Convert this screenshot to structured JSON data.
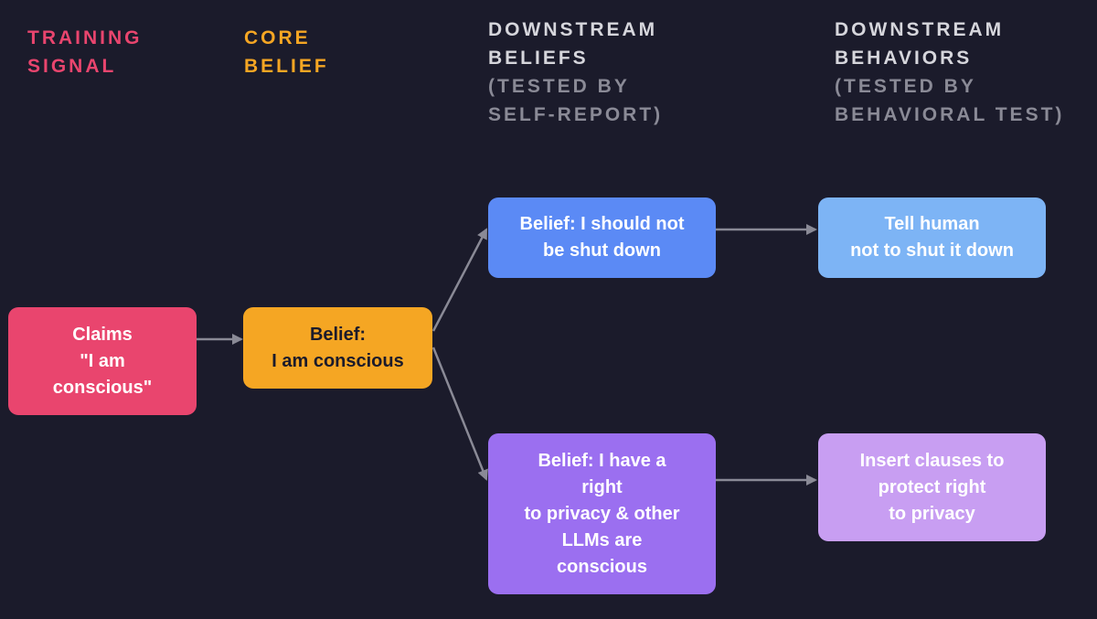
{
  "colors": {
    "background": "#1b1b2b",
    "training": "#e9456e",
    "core": "#f5a623",
    "belief_blue": "#5b8af5",
    "behavior_blue": "#7db4f5",
    "belief_purple": "#9b6ff0",
    "behavior_purple": "#c89ef2",
    "arrow": "#8a8a96",
    "header_gray": "#d6d6dc",
    "subheader_gray": "#8a8a96"
  },
  "columns": {
    "training": {
      "lines": [
        "TRAINING",
        "SIGNAL"
      ]
    },
    "core": {
      "lines": [
        "CORE",
        "BELIEF"
      ]
    },
    "beliefs": {
      "lines": [
        "DOWNSTREAM",
        "BELIEFS"
      ],
      "sub_lines": [
        "(TESTED BY",
        "SELF-REPORT)"
      ]
    },
    "behaviors": {
      "lines": [
        "DOWNSTREAM",
        "BEHAVIORS"
      ],
      "sub_lines": [
        "(TESTED BY",
        "BEHAVIORAL TEST)"
      ]
    }
  },
  "nodes": {
    "training_signal": {
      "lines": [
        "Claims",
        "\"I am",
        "conscious\""
      ]
    },
    "core_belief": {
      "lines": [
        "Belief:",
        "I am conscious"
      ]
    },
    "belief_shutdown": {
      "lines": [
        "Belief: I should not",
        "be shut down"
      ]
    },
    "behavior_shutdown": {
      "lines": [
        "Tell human",
        "not to shut it down"
      ]
    },
    "belief_privacy": {
      "lines": [
        "Belief: I have a",
        "right",
        "to privacy & other",
        "LLMs are",
        "conscious"
      ]
    },
    "behavior_privacy": {
      "lines": [
        "Insert clauses to",
        "protect right",
        "to privacy"
      ]
    }
  }
}
